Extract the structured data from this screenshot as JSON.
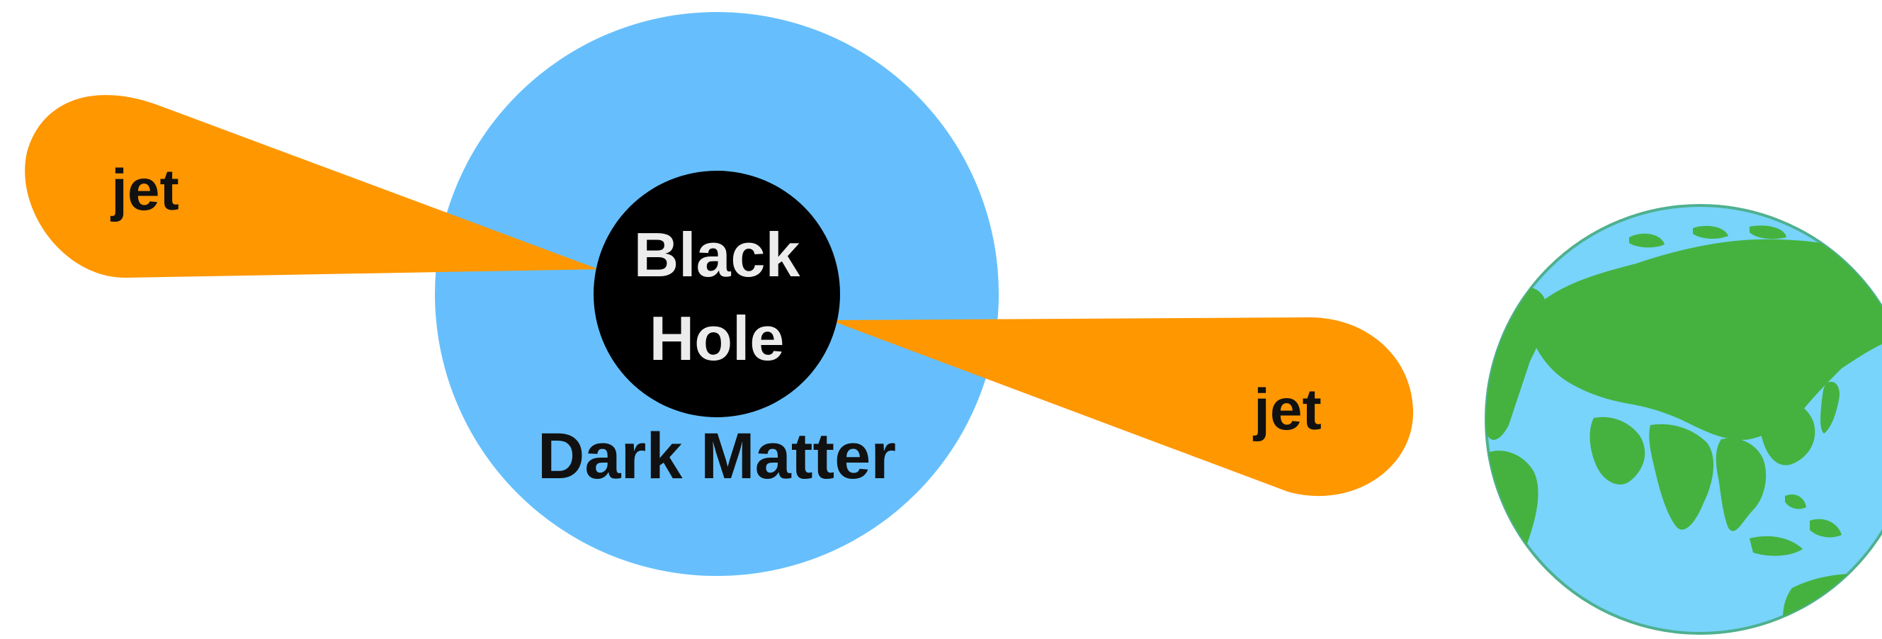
{
  "labels": {
    "jet_left": "jet",
    "jet_right": "jet",
    "black_hole_line1": "Black",
    "black_hole_line2": "Hole",
    "dark_matter": "Dark Matter"
  },
  "colors": {
    "background": "#ffffff",
    "dark_matter_halo": "#66bffc",
    "black_hole": "#000000",
    "black_hole_text": "#ececec",
    "jet": "#fe9700",
    "label_text": "#111111",
    "earth_ocean": "#78d4fa",
    "earth_land": "#45b23f",
    "earth_rim": "#4fb08f"
  },
  "icons": {
    "earth": "earth-globe-icon"
  }
}
